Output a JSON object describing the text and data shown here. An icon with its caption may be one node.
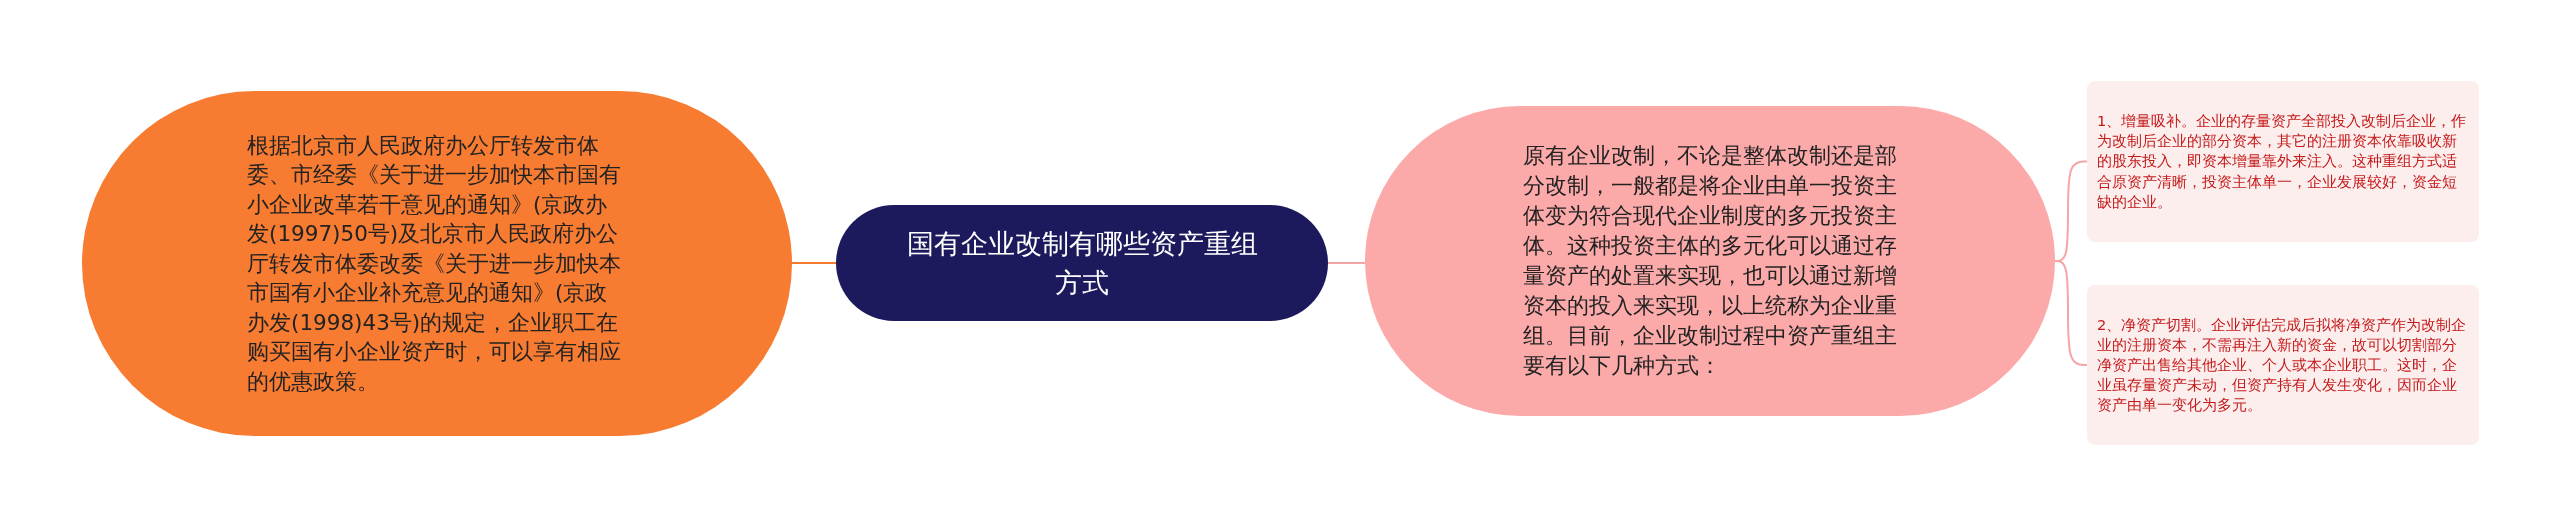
{
  "diagram": {
    "nodes": [
      {
        "text": [
          "根据北京市人民政府办公厅转发市体委、市经委《关于进一步加快本市国有小企业改革若干意见的通知》(京政办发(1997)50号)及北京市人民政府办公厅转发市体委改委《关于进一步加快本市国有小企业补充意见的通知》(京政办发(1998)43号)的规定，企业职工在购买国有小企业资产时，可以享有相应的优惠政策。"
        ]
      },
      {
        "text": [
          "国有企业改制有哪些资产重组方式"
        ]
      },
      {
        "text": [
          "原有企业改制，不论是整体改制还是部分改制，一般都是将企业由单一投资主体变为符合现代企业制度的多元投资主体。这种投资主体的多元化可以通过存量资产的处置来实现，也可以通过新增资本的投入来实现，以上统称为企业重组。目前，企业改制过程中资产重组主要有以下几种方式："
        ]
      },
      {
        "text": [
          "1、增量吸补。企业的存量资产全部投入改制后企业，作为改制后企业的部分资本，其它的注册资本依靠吸收新的股东投入，即资本增量靠外来注入。这种重组方式适合原资产清晰，投资主体单一，企业发展较好，资金短缺的企业。"
        ]
      },
      {
        "text": [
          "2、净资产切割。企业评估完成后拟将净资产作为改制企业的注册资本，不需再注入新的资金，故可以切割部分净资产出售给其他企业、个人或本企业职工。这时，企业虽存量资产未动，但资产持有人发生变化，因而企业资产由单一变化为多元。"
        ]
      }
    ],
    "edges": [
      {
        "from": 1,
        "to": 0,
        "arrow": "none",
        "color": "#f47a30"
      },
      {
        "from": 1,
        "to": 2,
        "arrow": "none"
      },
      {
        "from": 2,
        "to": 3,
        "arrow": "none"
      },
      {
        "from": 2,
        "to": 4,
        "arrow": "none"
      }
    ]
  }
}
